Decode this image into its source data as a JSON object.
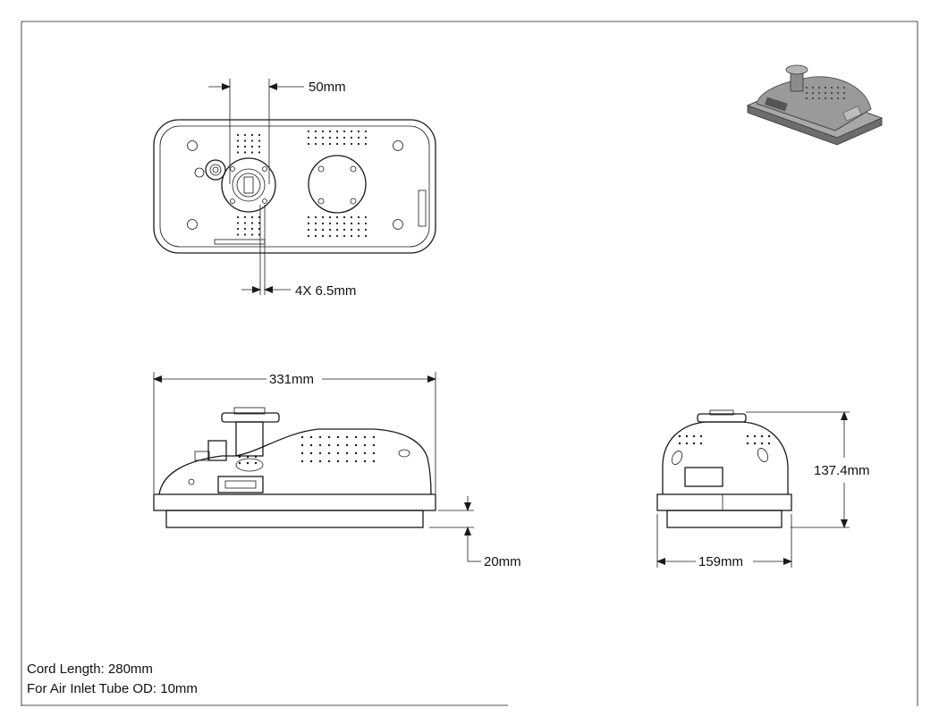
{
  "dimensions": {
    "tube_spacing": "50mm",
    "hole_size": "4X 6.5mm",
    "length": "331mm",
    "base_height": "20mm",
    "height": "137.4mm",
    "width": "159mm"
  },
  "notes": {
    "cord_length": "Cord Length: 280mm",
    "tube_od": "For Air Inlet Tube OD: 10mm"
  },
  "colors": {
    "line": "#1a1a1a",
    "iso_body": "#9a9a9a",
    "iso_dark": "#555555"
  }
}
